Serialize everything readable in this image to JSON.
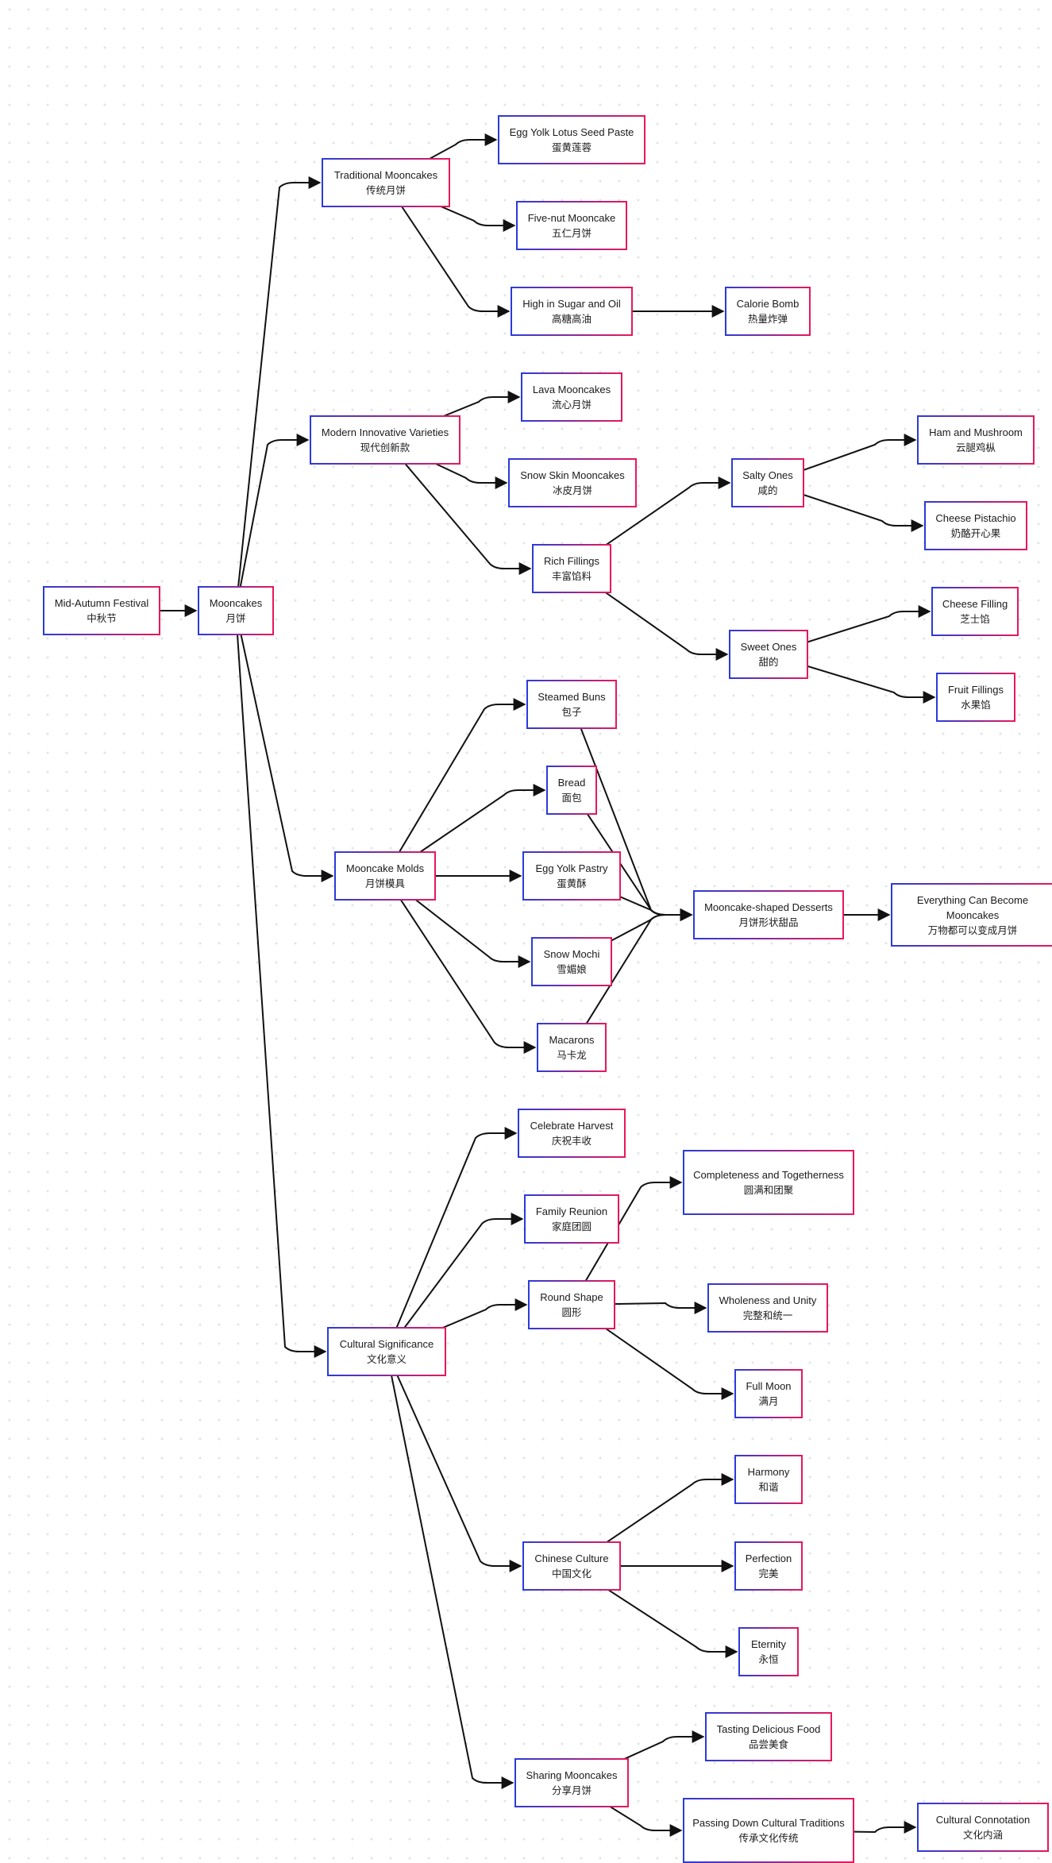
{
  "nodes": [
    {
      "id": "mid",
      "en": "Mid-Autumn Festival",
      "cn": "中秋节"
    },
    {
      "id": "moon",
      "en": "Mooncakes",
      "cn": "月饼"
    },
    {
      "id": "trad",
      "en": "Traditional Mooncakes",
      "cn": "传统月饼"
    },
    {
      "id": "egg",
      "en": "Egg Yolk Lotus Seed Paste",
      "cn": "蛋黄莲蓉"
    },
    {
      "id": "five",
      "en": "Five-nut Mooncake",
      "cn": "五仁月饼"
    },
    {
      "id": "sugar",
      "en": "High in Sugar and Oil",
      "cn": "高糖高油"
    },
    {
      "id": "calorie",
      "en": "Calorie Bomb",
      "cn": "热量炸弹"
    },
    {
      "id": "modern",
      "en": "Modern Innovative Varieties",
      "cn": "现代创新款"
    },
    {
      "id": "lava",
      "en": "Lava Mooncakes",
      "cn": "流心月饼"
    },
    {
      "id": "snowskin",
      "en": "Snow Skin Mooncakes",
      "cn": "冰皮月饼"
    },
    {
      "id": "rich",
      "en": "Rich Fillings",
      "cn": "丰富馅料"
    },
    {
      "id": "salty",
      "en": "Salty Ones",
      "cn": "咸的"
    },
    {
      "id": "ham",
      "en": "Ham and Mushroom",
      "cn": "云腿鸡枞"
    },
    {
      "id": "cheesep",
      "en": "Cheese Pistachio",
      "cn": "奶酪开心果"
    },
    {
      "id": "sweet",
      "en": "Sweet Ones",
      "cn": "甜的"
    },
    {
      "id": "cheesef",
      "en": "Cheese Filling",
      "cn": "芝士馅"
    },
    {
      "id": "fruit",
      "en": "Fruit Fillings",
      "cn": "水果馅"
    },
    {
      "id": "molds",
      "en": "Mooncake Molds",
      "cn": "月饼模具"
    },
    {
      "id": "buns",
      "en": "Steamed Buns",
      "cn": "包子"
    },
    {
      "id": "bread",
      "en": "Bread",
      "cn": "面包"
    },
    {
      "id": "pastry",
      "en": "Egg Yolk Pastry",
      "cn": "蛋黄酥"
    },
    {
      "id": "mochi",
      "en": "Snow Mochi",
      "cn": "雪媚娘"
    },
    {
      "id": "macarons",
      "en": "Macarons",
      "cn": "马卡龙"
    },
    {
      "id": "desserts",
      "en": "Mooncake-shaped Desserts",
      "cn": "月饼形状甜品"
    },
    {
      "id": "everything",
      "en": "Everything Can Become Mooncakes",
      "cn": "万物都可以变成月饼"
    },
    {
      "id": "cultural",
      "en": "Cultural Significance",
      "cn": "文化意义"
    },
    {
      "id": "harvest",
      "en": "Celebrate Harvest",
      "cn": "庆祝丰收"
    },
    {
      "id": "family",
      "en": "Family Reunion",
      "cn": "家庭团圆"
    },
    {
      "id": "round",
      "en": "Round Shape",
      "cn": "圆形"
    },
    {
      "id": "complete",
      "en": "Completeness and Togetherness",
      "cn": "圆满和团聚"
    },
    {
      "id": "whole",
      "en": "Wholeness and Unity",
      "cn": "完整和统一"
    },
    {
      "id": "fullmoon",
      "en": "Full Moon",
      "cn": "满月"
    },
    {
      "id": "chinese",
      "en": "Chinese Culture",
      "cn": "中国文化"
    },
    {
      "id": "harmony",
      "en": "Harmony",
      "cn": "和谐"
    },
    {
      "id": "perfection",
      "en": "Perfection",
      "cn": "完美"
    },
    {
      "id": "eternity",
      "en": "Eternity",
      "cn": "永恒"
    },
    {
      "id": "sharing",
      "en": "Sharing Mooncakes",
      "cn": "分享月饼"
    },
    {
      "id": "tasting",
      "en": "Tasting Delicious Food",
      "cn": "品尝美食"
    },
    {
      "id": "passing",
      "en": "Passing Down Cultural Traditions",
      "cn": "传承文化传统"
    },
    {
      "id": "connotation",
      "en": "Cultural Connotation",
      "cn": "文化内涵"
    }
  ],
  "edges": [
    [
      "mid",
      "moon"
    ],
    [
      "moon",
      "trad"
    ],
    [
      "moon",
      "modern"
    ],
    [
      "moon",
      "molds"
    ],
    [
      "moon",
      "cultural"
    ],
    [
      "trad",
      "egg"
    ],
    [
      "trad",
      "five"
    ],
    [
      "trad",
      "sugar"
    ],
    [
      "sugar",
      "calorie"
    ],
    [
      "modern",
      "lava"
    ],
    [
      "modern",
      "snowskin"
    ],
    [
      "modern",
      "rich"
    ],
    [
      "rich",
      "salty"
    ],
    [
      "rich",
      "sweet"
    ],
    [
      "salty",
      "ham"
    ],
    [
      "salty",
      "cheesep"
    ],
    [
      "sweet",
      "cheesef"
    ],
    [
      "sweet",
      "fruit"
    ],
    [
      "molds",
      "buns"
    ],
    [
      "molds",
      "bread"
    ],
    [
      "molds",
      "pastry"
    ],
    [
      "molds",
      "mochi"
    ],
    [
      "molds",
      "macarons"
    ],
    [
      "buns",
      "desserts"
    ],
    [
      "bread",
      "desserts"
    ],
    [
      "pastry",
      "desserts"
    ],
    [
      "mochi",
      "desserts"
    ],
    [
      "macarons",
      "desserts"
    ],
    [
      "desserts",
      "everything"
    ],
    [
      "cultural",
      "harvest"
    ],
    [
      "cultural",
      "family"
    ],
    [
      "cultural",
      "round"
    ],
    [
      "cultural",
      "chinese"
    ],
    [
      "cultural",
      "sharing"
    ],
    [
      "round",
      "complete"
    ],
    [
      "round",
      "whole"
    ],
    [
      "round",
      "fullmoon"
    ],
    [
      "chinese",
      "harmony"
    ],
    [
      "chinese",
      "perfection"
    ],
    [
      "chinese",
      "eternity"
    ],
    [
      "sharing",
      "tasting"
    ],
    [
      "sharing",
      "passing"
    ],
    [
      "passing",
      "connotation"
    ]
  ],
  "style": {
    "border_start": "#2b3bd8",
    "border_end": "#e8185a",
    "edge_color": "#111111"
  }
}
